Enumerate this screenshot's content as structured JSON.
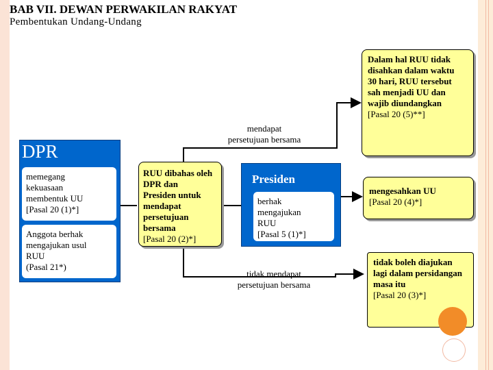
{
  "header": {
    "title": "BAB VII. DEWAN PERWAKILAN RAKYAT",
    "subtitle": "Pembentukan Undang-Undang"
  },
  "dpr": {
    "label": "DPR",
    "box1_lines": [
      "memegang",
      "kekuasaan",
      "membentuk UU",
      "[Pasal 20 (1)*]"
    ],
    "box2_lines": [
      "Anggota berhak",
      "mengajukan usul",
      "RUU",
      "(Pasal 21*)"
    ]
  },
  "ruu_box": {
    "lines": [
      "RUU dibahas oleh",
      "DPR dan",
      "Presiden untuk",
      "mendapat",
      "persetujuan",
      "bersama"
    ],
    "ref": "[Pasal 20 (2)*]"
  },
  "presiden": {
    "label": "Presiden",
    "box_lines": [
      "berhak",
      "mengajukan",
      "RUU"
    ],
    "ref": "[Pasal 5 (1)*]"
  },
  "top_right_box": {
    "lines": [
      "Dalam hal RUU tidak",
      "disahkan dalam waktu",
      "30 hari, RUU tersebut",
      "sah menjadi UU dan",
      "wajib diundangkan"
    ],
    "ref": "[Pasal 20 (5)**]"
  },
  "mengesahkan_box": {
    "lines": [
      "mengesahkan UU"
    ],
    "ref": "[Pasal 20 (4)*]"
  },
  "bottom_right_box": {
    "lines": [
      "tidak boleh diajukan",
      "lagi dalam persidangan",
      "masa itu"
    ],
    "ref": "[Pasal 20 (3)*]"
  },
  "labels": {
    "agreed": [
      "mendapat",
      "persetujuan bersama"
    ],
    "not_agreed": [
      "tidak mendapat",
      "persetujuan bersama"
    ]
  },
  "colors": {
    "panel_blue": "#0066cc",
    "box_yellow": "#ffff99",
    "accent_orange": "#f28c28"
  }
}
